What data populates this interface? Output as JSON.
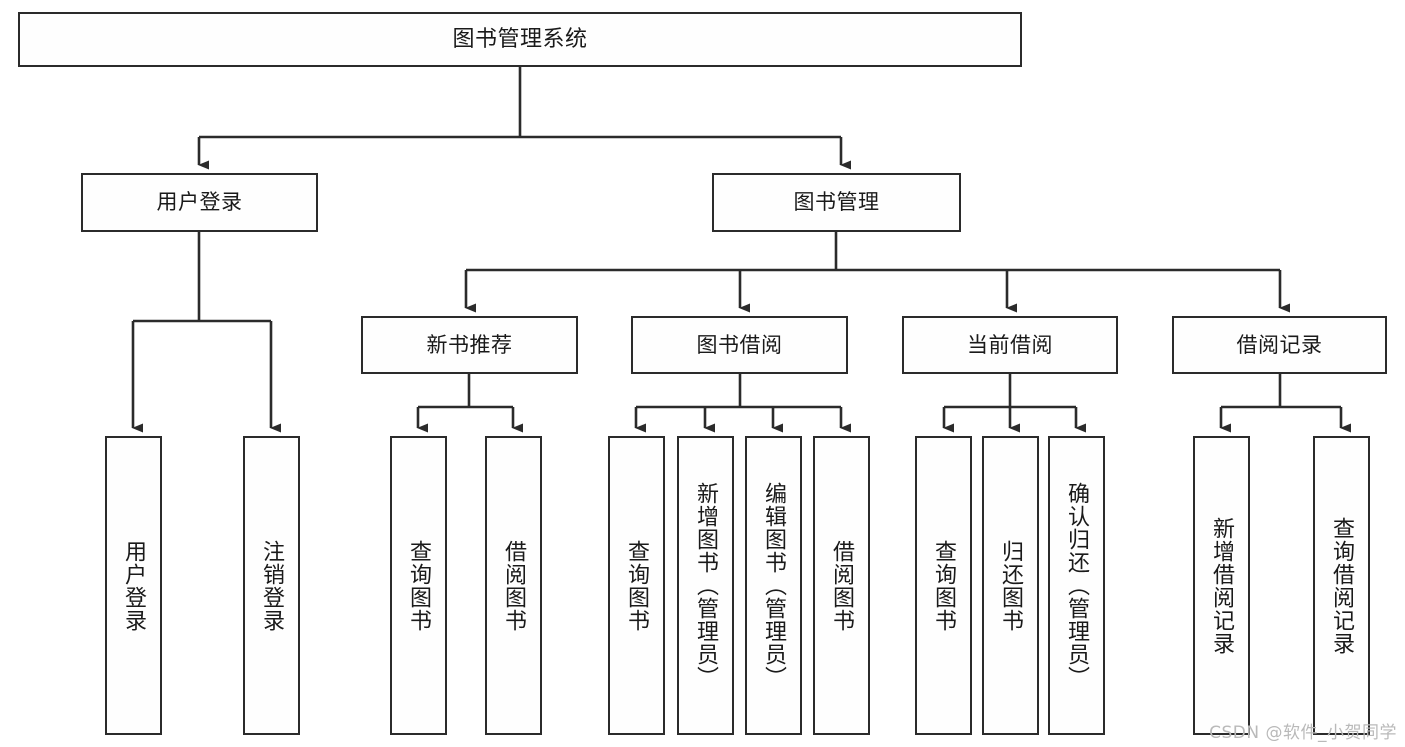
{
  "diagram": {
    "type": "tree",
    "title": "图书管理系统",
    "root": {
      "label": "图书管理系统"
    },
    "level2": [
      {
        "label": "用户登录"
      },
      {
        "label": "图书管理"
      }
    ],
    "level3": [
      {
        "label": "新书推荐"
      },
      {
        "label": "图书借阅"
      },
      {
        "label": "当前借阅"
      },
      {
        "label": "借阅记录"
      }
    ],
    "leaves": {
      "user_login": [
        {
          "label": "用户登录"
        },
        {
          "label": "注销登录"
        }
      ],
      "new_book_recommend": [
        {
          "label": "查询图书"
        },
        {
          "label": "借阅图书"
        }
      ],
      "book_borrow": [
        {
          "label": "查询图书"
        },
        {
          "label": "新增图书（管理员）"
        },
        {
          "label": "编辑图书（管理员）"
        },
        {
          "label": "借阅图书"
        }
      ],
      "current_borrow": [
        {
          "label": "查询图书"
        },
        {
          "label": "归还图书"
        },
        {
          "label": "确认归还（管理员）"
        }
      ],
      "borrow_record": [
        {
          "label": "新增借阅记录"
        },
        {
          "label": "查询借阅记录"
        }
      ]
    }
  },
  "watermark": {
    "text": "CSDN @软件_小贺同学"
  },
  "colors": {
    "stroke": "#2b2b2b",
    "fill": "#fefefe",
    "text": "#1a1a1a",
    "watermark": "#b9b9b9"
  }
}
